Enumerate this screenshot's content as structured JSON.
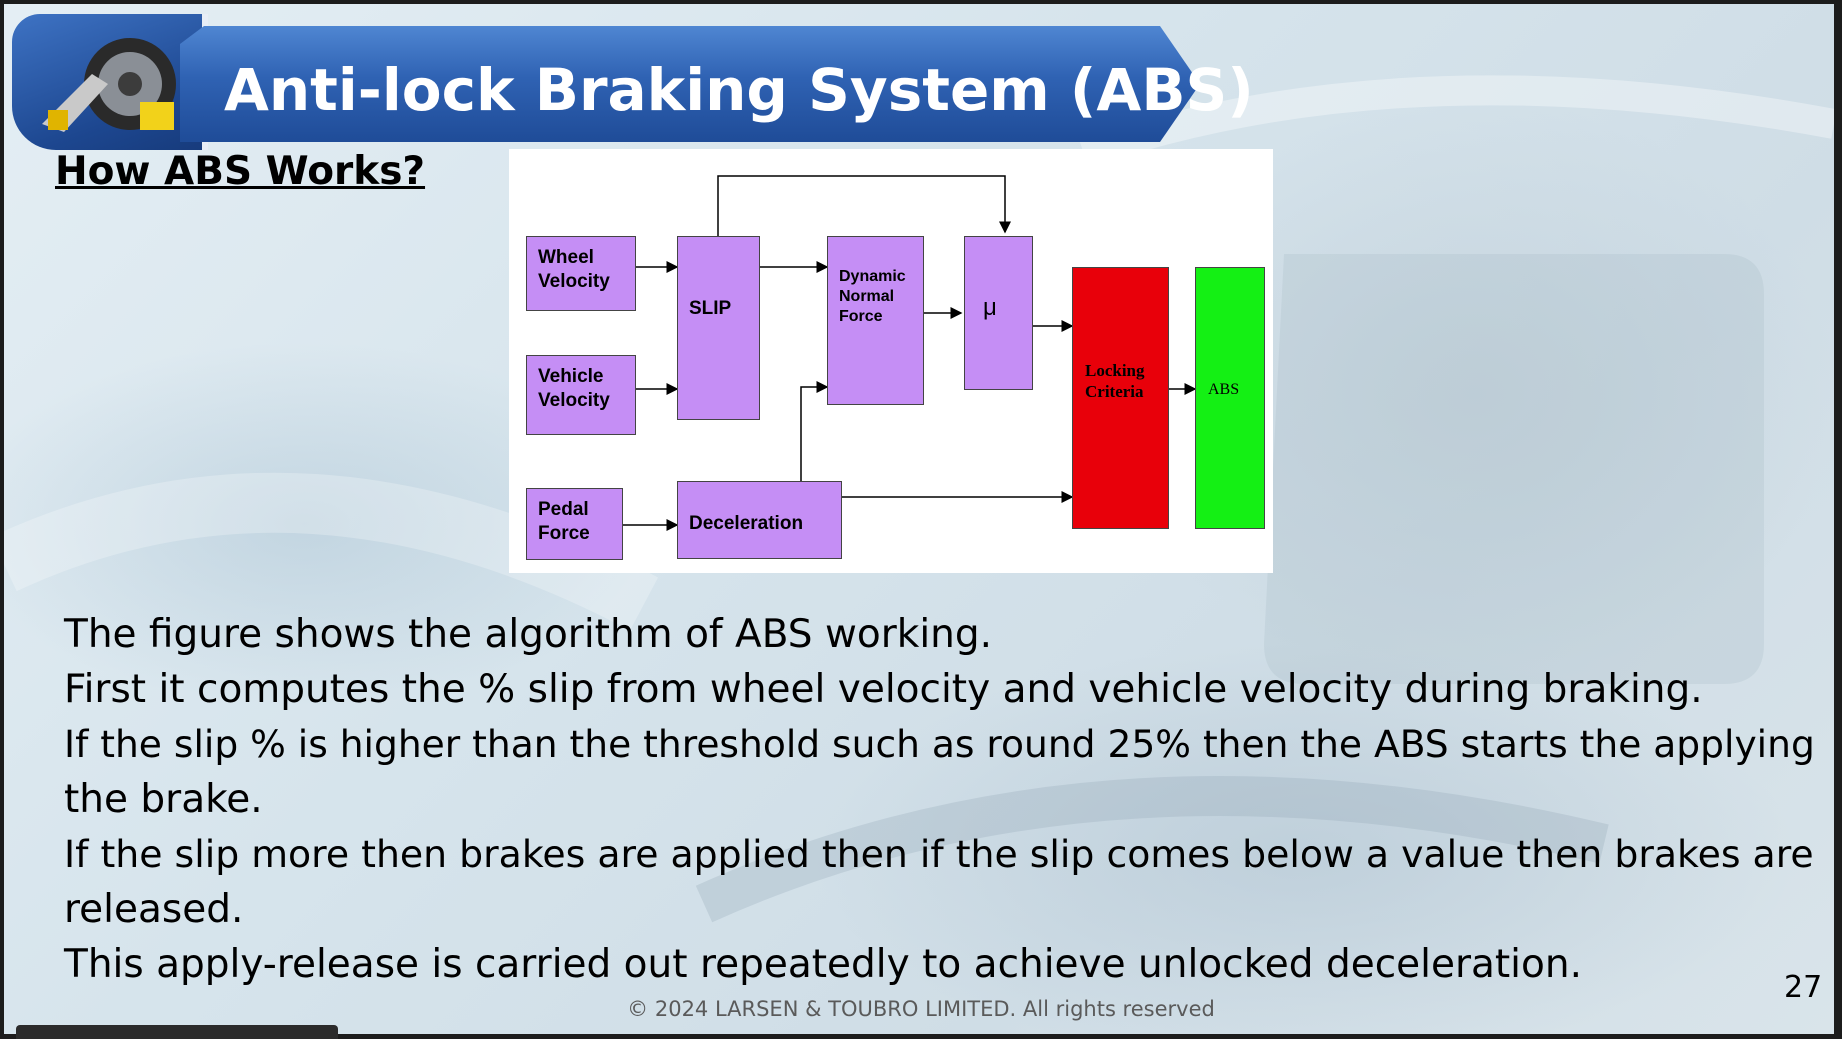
{
  "slide": {
    "title": "Anti-lock Braking System (ABS)",
    "subtitle": "How ABS Works?",
    "slide_number": "27",
    "copyright": "© 2024 LARSEN & TOUBRO LIMITED. All rights reserved"
  },
  "diagram": {
    "blocks": {
      "wheel_velocity": "Wheel\nVelocity",
      "vehicle_velocity": "Vehicle\nVelocity",
      "pedal_force": "Pedal\nForce",
      "slip": "SLIP",
      "deceleration": "Deceleration",
      "dynamic_normal_force": "Dynamic\nNormal\nForce",
      "mu": "μ",
      "locking_criteria": "Locking\nCriteria",
      "abs": "ABS"
    },
    "colors": {
      "block": "#c58ef5",
      "locking_criteria": "#e8000a",
      "abs": "#14f014"
    }
  },
  "body": {
    "lines": [
      "The figure shows the algorithm of ABS working.",
      "First it computes the  % slip from wheel velocity and vehicle velocity during braking.",
      "If the slip % is higher than the threshold  such as round 25% then the ABS starts the applying",
      "the brake.",
      "If the slip more then brakes are applied then if the slip comes below a value then brakes are",
      "released.",
      "This apply-release is carried out repeatedly to achieve unlocked deceleration."
    ]
  }
}
